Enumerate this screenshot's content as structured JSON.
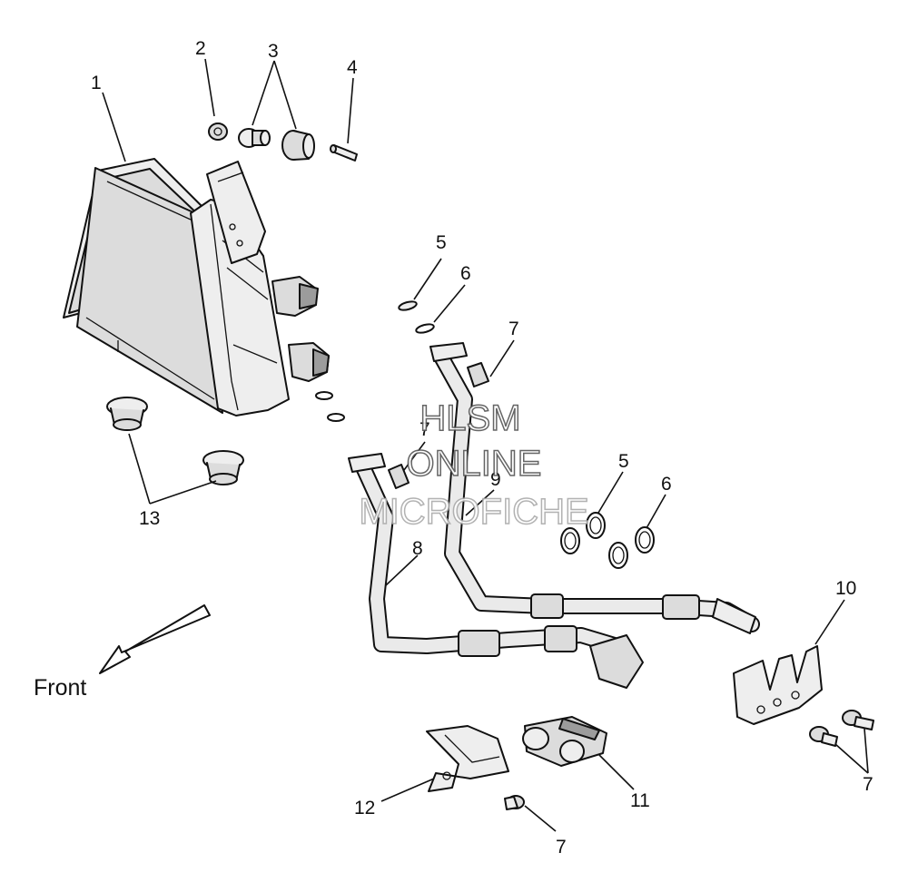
{
  "diagram": {
    "direction_label": "Front",
    "callouts": [
      {
        "id": "c1",
        "text": "1"
      },
      {
        "id": "c2",
        "text": "2"
      },
      {
        "id": "c3",
        "text": "3"
      },
      {
        "id": "c4",
        "text": "4"
      },
      {
        "id": "c5a",
        "text": "5"
      },
      {
        "id": "c6a",
        "text": "6"
      },
      {
        "id": "c7a",
        "text": "7"
      },
      {
        "id": "c7b",
        "text": "7"
      },
      {
        "id": "c9",
        "text": "9"
      },
      {
        "id": "c5b",
        "text": "5"
      },
      {
        "id": "c6b",
        "text": "6"
      },
      {
        "id": "c8",
        "text": "8"
      },
      {
        "id": "c13",
        "text": "13"
      },
      {
        "id": "c10",
        "text": "10"
      },
      {
        "id": "c7c",
        "text": "7"
      },
      {
        "id": "c12",
        "text": "12"
      },
      {
        "id": "c11",
        "text": "11"
      },
      {
        "id": "c7d",
        "text": "7"
      }
    ]
  },
  "watermark": {
    "line1": "HLSM",
    "line2": "ONLINE",
    "line3": "MICROFICHE"
  }
}
